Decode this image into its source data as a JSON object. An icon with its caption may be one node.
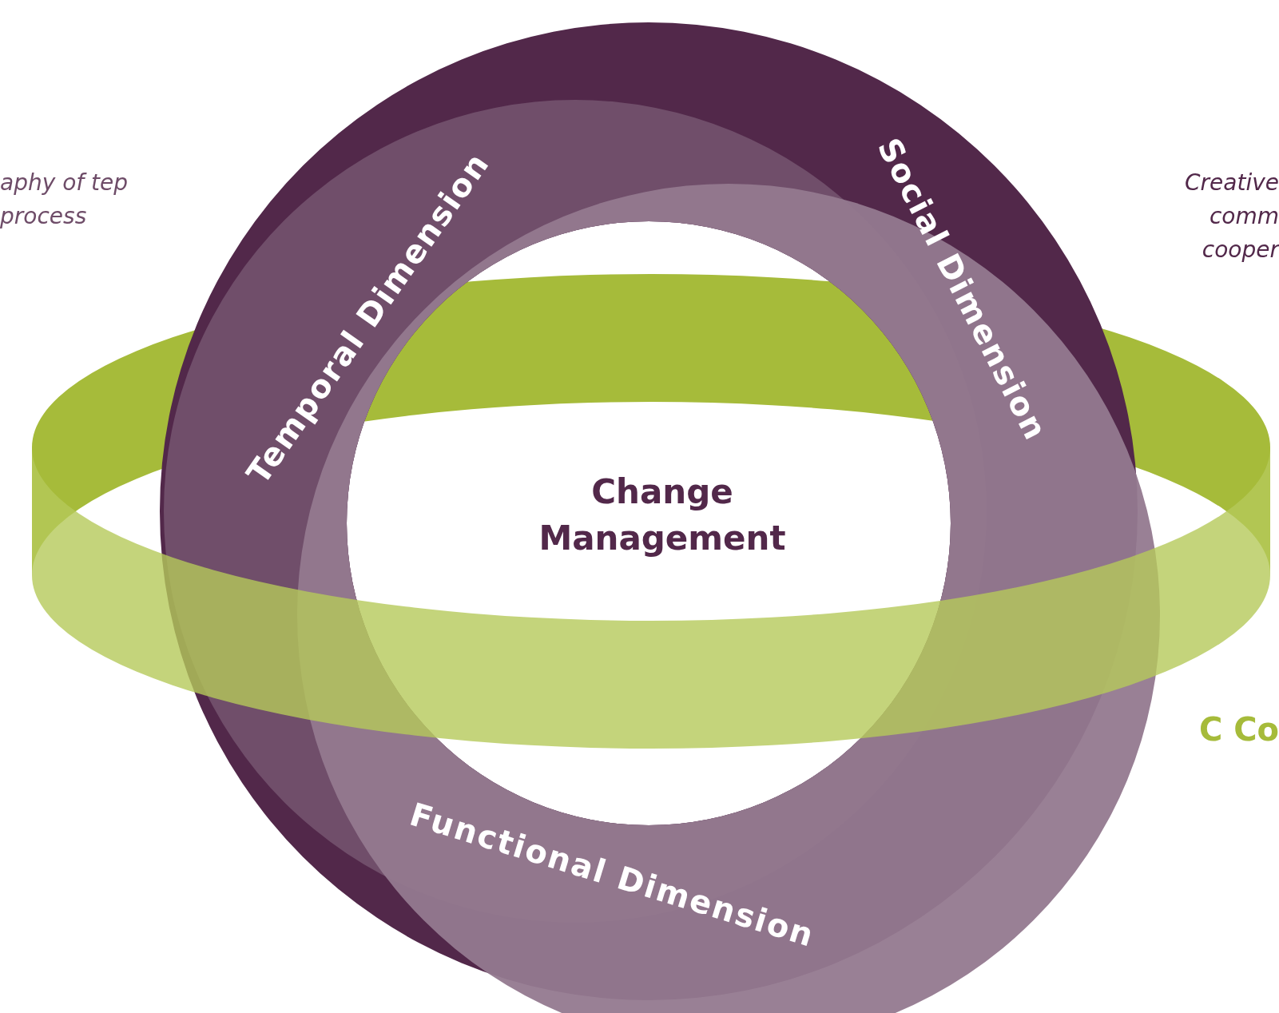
{
  "diagram": {
    "nodes": [
      {
        "text": [
          "Temporal Dimension"
        ]
      },
      {
        "text": [
          "Social Dimension"
        ]
      },
      {
        "text": [
          "Functional Dimension"
        ]
      },
      {
        "text": [
          "Change Management"
        ]
      }
    ],
    "labels": [
      "aphy of tep process",
      "Creative comm cooper",
      "C Co"
    ]
  }
}
